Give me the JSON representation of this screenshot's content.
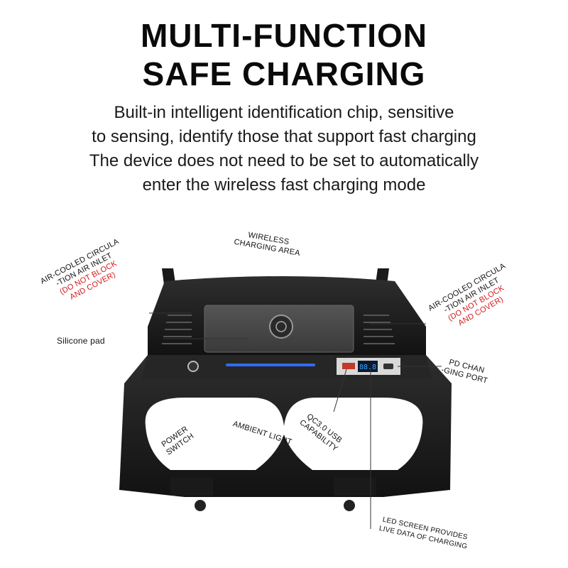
{
  "headline": {
    "line1": "MULTI-FUNCTION",
    "line2": "SAFE CHARGING"
  },
  "description": [
    "Built-in intelligent identification chip, sensitive",
    "to sensing, identify those that support fast charging",
    "The device does not need to be set to automatically",
    "enter the wireless fast charging mode"
  ],
  "led_readout": "88.8",
  "callouts": {
    "wireless": [
      "WIRELESS",
      "CHARGING AREA"
    ],
    "air_left": [
      "AIR-COOLED CIRCULA",
      "-TION AIR INLET"
    ],
    "air_left_warn": [
      "(DO NOT BLOCK",
      "AND COVER)"
    ],
    "air_right": [
      "AIR-COOLED CIRCULA",
      "-TION AIR INLET"
    ],
    "air_right_warn": [
      "(DO NOT BLOCK",
      "AND COVER)"
    ],
    "silicone": "Silicone pad",
    "pd": [
      "PD CHAN",
      "-GING PORT"
    ],
    "power": [
      "POWER",
      "SWITCH"
    ],
    "ambient": "AMBIENT LIGHT",
    "qc": [
      "QC3.0 USB",
      "CAPABILITY"
    ],
    "led": [
      "LED SCREEN PROVIDES",
      "LIVE DATA OF CHARGING"
    ]
  },
  "colors": {
    "body": "#1c1c1c",
    "panel": "#2a2a2a",
    "ambient_light": "#2f6cff",
    "led_digits": "#3aa0ff",
    "warning_text": "#d21a1a"
  }
}
